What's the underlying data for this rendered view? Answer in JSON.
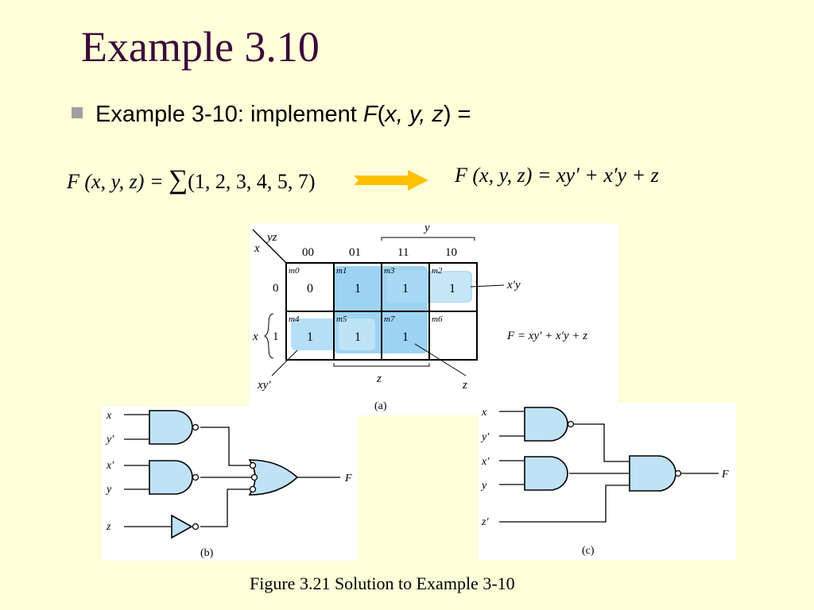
{
  "slide": {
    "title": "Example 3.10",
    "bullet": {
      "prefix": "Example 3-10: implement ",
      "func": "F",
      "open": "(",
      "args": "x, y, z",
      "close": ") ="
    },
    "equation_left": {
      "lhs": "F (x, y, z) =",
      "sum": "∑",
      "terms": "(1, 2, 3, 4, 5, 7)"
    },
    "equation_right": "F (x, y, z) = xy′ + x′y + z",
    "caption": "Figure 3.21 Solution to Example 3-10",
    "arrow_color": "#ffc000"
  },
  "kmap": {
    "row_var": "x",
    "col_var": "yz",
    "y_label": "y",
    "z_label": "z",
    "x_label": "x",
    "col_headers": [
      "00",
      "01",
      "11",
      "10"
    ],
    "row_headers": [
      "0",
      "1"
    ],
    "cells": [
      [
        {
          "m": "m0",
          "v": "0"
        },
        {
          "m": "m1",
          "v": "1"
        },
        {
          "m": "m3",
          "v": "1"
        },
        {
          "m": "m2",
          "v": "1"
        }
      ],
      [
        {
          "m": "m4",
          "v": "1"
        },
        {
          "m": "m5",
          "v": "1"
        },
        {
          "m": "m7",
          "v": "1"
        },
        {
          "m": "m6",
          "v": ""
        }
      ]
    ],
    "labels": {
      "xpy": "x′y",
      "xyp": "xy′",
      "z": "z"
    },
    "function": "F = xy′ + x′y + z",
    "panel_label": "(a)",
    "group_color": "#a9d8f5",
    "z_group_color": "#7cc4ee"
  },
  "circuit_b": {
    "inputs": [
      "x",
      "y′",
      "x′",
      "y",
      "z"
    ],
    "output": "F",
    "label": "(b)",
    "gate_color": "#bfe3f5"
  },
  "circuit_c": {
    "inputs": [
      "x",
      "y′",
      "x′",
      "y",
      "z′"
    ],
    "output": "F",
    "label": "(c)",
    "gate_color": "#bfe3f5"
  }
}
